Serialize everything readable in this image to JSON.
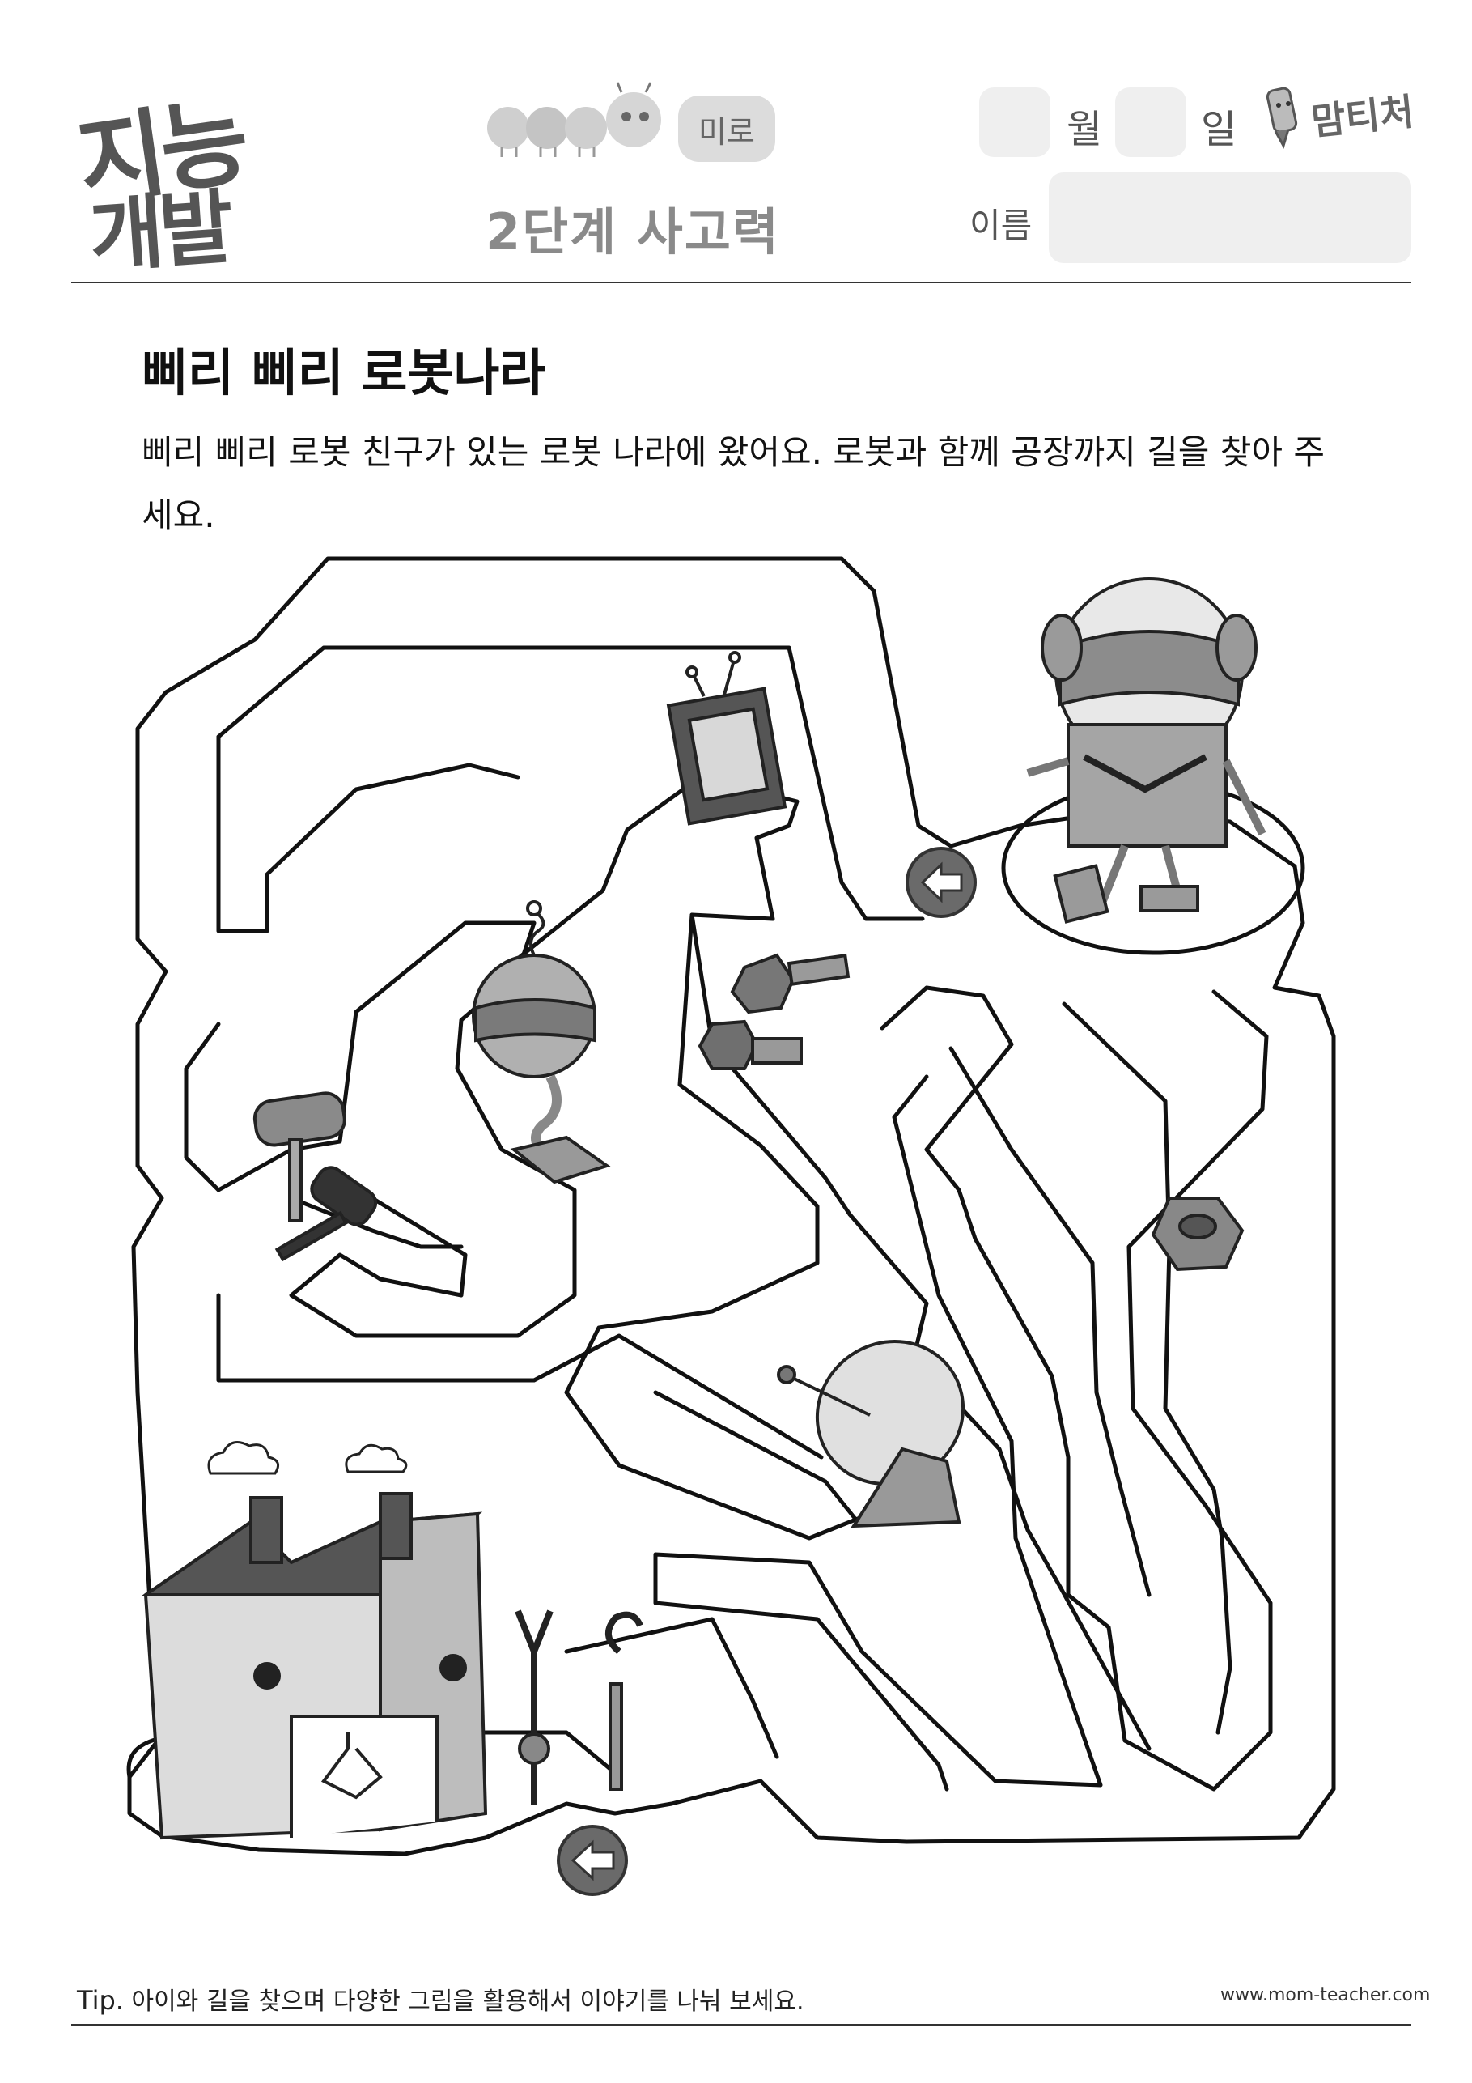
{
  "header": {
    "logo_line1": "지능",
    "logo_line2": "개발",
    "category": "미로",
    "level": "2단계 사고력",
    "month_label": "월",
    "day_label": "일",
    "name_label": "이름",
    "brand": "맘티처"
  },
  "worksheet": {
    "title": "삐리 삐리 로봇나라",
    "instructions": "삐리 삐리 로봇 친구가 있는 로봇 나라에 왔어요. 로봇과 함께 공장까지 길을 찾아 주세요."
  },
  "footer": {
    "tip_prefix": "Tip.",
    "tip_text": "아이와 길을 찾으며 다양한 그림을 활용해서 이야기를 나눠 보세요.",
    "website": "www.mom-teacher.com"
  },
  "icons": [
    "mascot-caterpillar-icon",
    "pencil-mascot-icon",
    "robot-icon",
    "tv-icon",
    "bolt-icon",
    "hammer-icon",
    "globe-robot-icon",
    "nut-icon",
    "satellite-dish-icon",
    "factory-icon",
    "claw-tool-icon",
    "arrow-left-icon",
    "cloud-icon"
  ]
}
